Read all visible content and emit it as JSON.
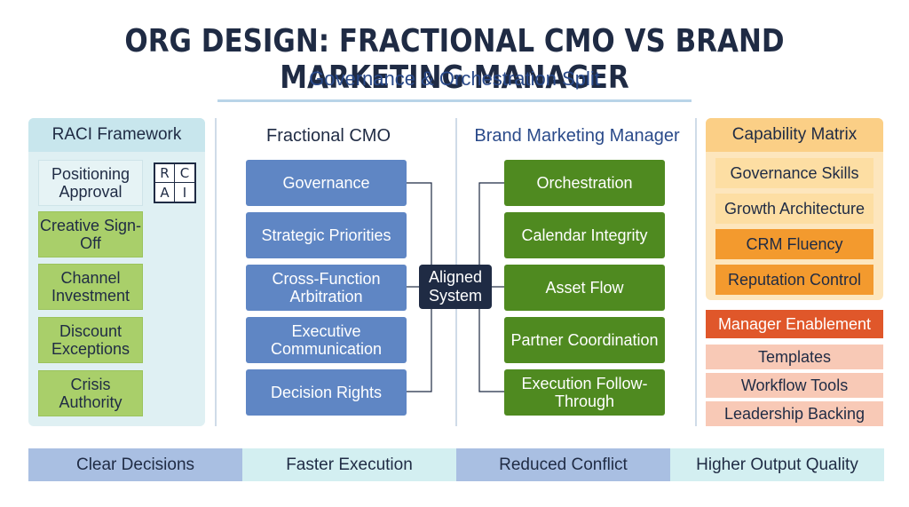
{
  "title": "ORG DESIGN: FRACTIONAL CMO VS BRAND MARKETING MANAGER",
  "subtitle": "Governance & Orchestration Split",
  "raci": {
    "heading": "RACI Framework",
    "items": [
      "Positioning Approval",
      "Creative Sign-Off",
      "Channel Investment",
      "Discount Exceptions",
      "Crisis Authority"
    ],
    "grid": [
      "R",
      "C",
      "A",
      "I"
    ]
  },
  "cmo": {
    "heading": "Fractional CMO",
    "items": [
      "Governance",
      "Strategic Priorities",
      "Cross-Function Arbitration",
      "Executive Communication",
      "Decision Rights"
    ]
  },
  "center": {
    "label": "Aligned System"
  },
  "bmm": {
    "heading": "Brand Marketing Manager",
    "items": [
      "Orchestration",
      "Calendar Integrity",
      "Asset Flow",
      "Partner Coordination",
      "Execution Follow-Through"
    ]
  },
  "capability": {
    "heading": "Capability Matrix",
    "items": [
      "Governance Skills",
      "Growth Architecture",
      "CRM Fluency",
      "Reputation Control"
    ],
    "enablement": "Manager Enablement",
    "enablement_items": [
      "Templates",
      "Workflow Tools",
      "Leadership Backing"
    ]
  },
  "outcomes": [
    "Clear Decisions",
    "Faster Execution",
    "Reduced Conflict",
    "Higher Output Quality"
  ],
  "colors": {
    "navy": "#1f2b44",
    "cmo_blue": "#5f86c4",
    "bmm_green": "#4f8a20",
    "raci_green": "#a9cf6a",
    "capability_orange": "#f39a2e",
    "enablement_red": "#e0572a",
    "outcome_blue": "#a9bfe2",
    "outcome_teal": "#d3eff1"
  }
}
